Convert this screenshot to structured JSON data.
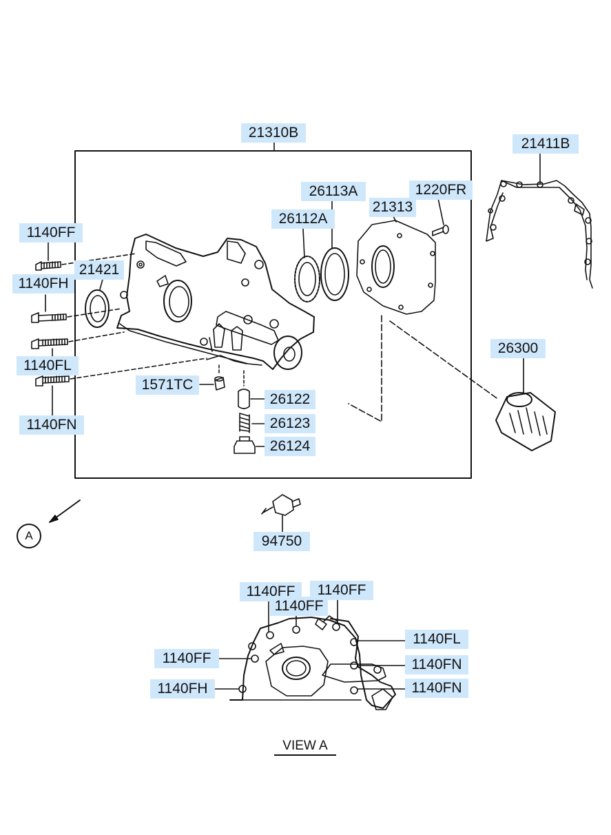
{
  "labels": {
    "p21310B": "21310B",
    "p21411B": "21411B",
    "p26113A": "26113A",
    "p1220FR": "1220FR",
    "p21313": "21313",
    "p26112A": "26112A",
    "p1140FF_top": "1140FF",
    "p21421": "21421",
    "p1140FH_left": "1140FH",
    "p1140FL_left": "1140FL",
    "p1140FN_left": "1140FN",
    "p1571TC": "1571TC",
    "p26122": "26122",
    "p26123": "26123",
    "p26124": "26124",
    "p26300": "26300",
    "p94750": "94750",
    "va_1140FF_a": "1140FF",
    "va_1140FF_b": "1140FF",
    "va_1140FF_c": "1140FF",
    "va_1140FF_d": "1140FF",
    "va_1140FH": "1140FH",
    "va_1140FL": "1140FL",
    "va_1140FN_a": "1140FN",
    "va_1140FN_b": "1140FN"
  },
  "view_caption": "VIEW  A",
  "view_marker": "A",
  "colors": {
    "label_bg": "#cfe7fb",
    "line": "#111111"
  }
}
